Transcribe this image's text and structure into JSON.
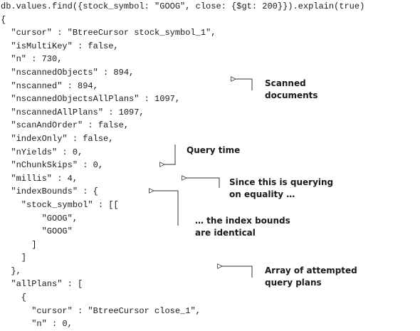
{
  "code_lines": [
    "db.values.find({stock_symbol: \"GOOG\", close: {$gt: 200}}).explain(true)",
    "{",
    "  \"cursor\" : \"BtreeCursor stock_symbol_1\",",
    "  \"isMultiKey\" : false,",
    "  \"n\" : 730,",
    "  \"nscannedObjects\" : 894,",
    "  \"nscanned\" : 894,",
    "  \"nscannedObjectsAllPlans\" : 1097,",
    "  \"nscannedAllPlans\" : 1097,",
    "  \"scanAndOrder\" : false,",
    "  \"indexOnly\" : false,",
    "  \"nYields\" : 0,",
    "  \"nChunkSkips\" : 0,",
    "  \"millis\" : 4,",
    "  \"indexBounds\" : {",
    "    \"stock_symbol\" : [[",
    "        \"GOOG\",",
    "        \"GOOG\"",
    "      ]",
    "    ]",
    "  },",
    "  \"allPlans\" : [",
    "    {",
    "      \"cursor\" : \"BtreeCursor close_1\",",
    "      \"n\" : 0,"
  ],
  "annotations": {
    "scanned_line1": "Scanned",
    "scanned_line2": "documents",
    "query_time": "Query time",
    "equality_line1": "Since this is querying",
    "equality_line2": "on equality …",
    "bounds_line1": "… the index bounds",
    "bounds_line2": "are identical",
    "plans_line1": "Array of attempted",
    "plans_line2": "query plans"
  },
  "colors": {
    "text": "#1a1a1a",
    "arrow": "#333333"
  }
}
